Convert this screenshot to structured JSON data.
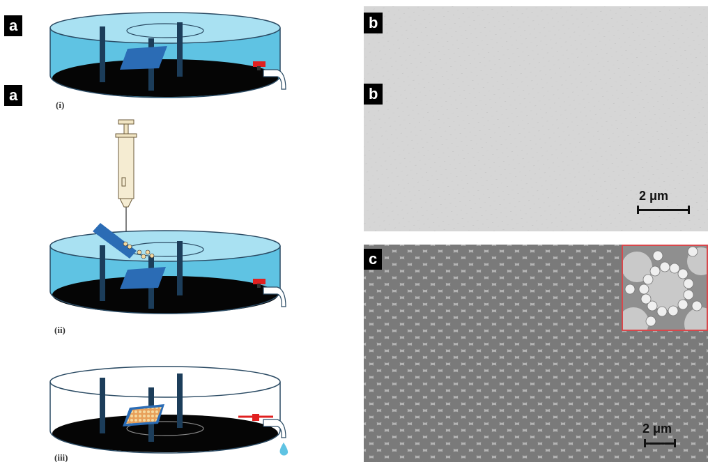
{
  "labels": {
    "a_top": "a",
    "a_bottom": "a",
    "b_top": "b",
    "b_bottom": "b",
    "c": "c"
  },
  "steps": {
    "i": "(i)",
    "ii": "(ii)",
    "iii": "(iii)"
  },
  "scale_b": "2 μm",
  "scale_c": "2 μm",
  "colors": {
    "water": "#5fc3e3",
    "post": "#1c3d5a",
    "substrate": "#2b6cb5",
    "valve": "#e02020",
    "inset_border": "#d9474b"
  }
}
